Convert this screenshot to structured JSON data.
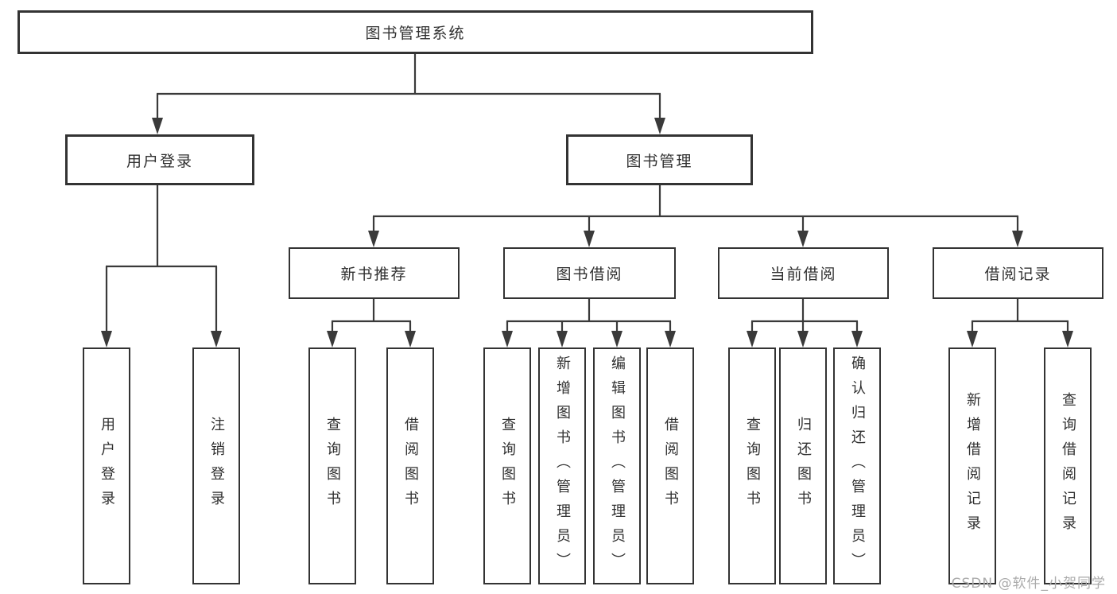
{
  "diagram_title": "图书管理系统",
  "nodes": {
    "root": "图书管理系统",
    "user_login": "用户登录",
    "book_mgmt": "图书管理",
    "new_book_rec": "新书推荐",
    "book_borrow": "图书借阅",
    "current_borrow": "当前借阅",
    "borrow_record": "借阅记录",
    "leaf_user_login": "用户登录",
    "leaf_logout": "注销登录",
    "leaf_query_book_rec": "查询图书",
    "leaf_borrow_book_rec": "借阅图书",
    "leaf_query_book_borrow": "查询图书",
    "leaf_add_book": "新增图书（管理员）",
    "leaf_edit_book": "编辑图书（管理员）",
    "leaf_borrow_book_borrow": "借阅图书",
    "leaf_query_book_current": "查询图书",
    "leaf_return_book": "归还图书",
    "leaf_confirm_return": "确认归还（管理员）",
    "leaf_add_borrow_record": "新增借阅记录",
    "leaf_query_borrow_record": "查询借阅记录"
  },
  "watermark": "CSDN @软件_小贺同学",
  "colors": {
    "line": "#3a3a3a",
    "text": "#303030",
    "watermark": "#ababab",
    "background": "#ffffff"
  }
}
